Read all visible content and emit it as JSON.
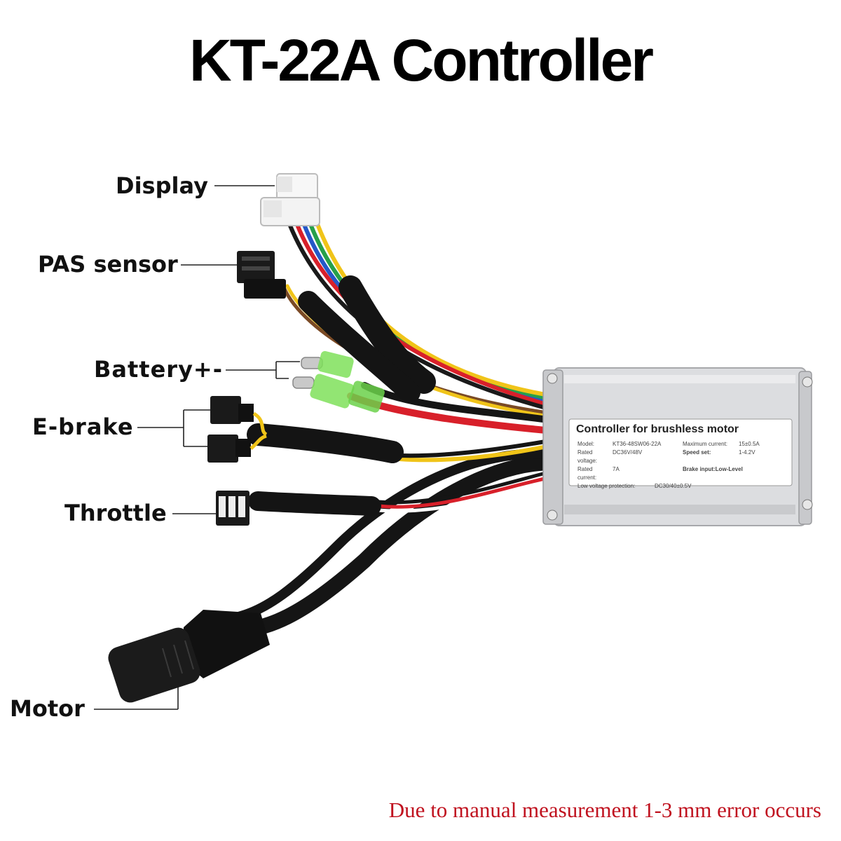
{
  "title": "KT-22A  Controller",
  "labels": {
    "display": "Display",
    "pas_sensor": "PAS sensor",
    "battery": "Battery+-",
    "ebrake": "E-brake",
    "throttle": "Throttle",
    "motor": "Motor"
  },
  "controller_sticker": {
    "heading": "Controller for brushless motor",
    "rows": [
      {
        "k1": "Model:",
        "v1": "KT36-48SW06-22A",
        "k2": "Maximum current:",
        "v2": "15±0.5A"
      },
      {
        "k1": "Rated voltage:",
        "v1": "DC36V/48V",
        "k2": "Speed set:",
        "v2": "1-4.2V"
      },
      {
        "k1": "Rated current:",
        "v1": "7A",
        "k2": "Brake input:Low-Level",
        "v2": ""
      },
      {
        "k1": "Low voltage protection:",
        "v1": "DC30/40±0.5V",
        "k2": "",
        "v2": ""
      }
    ]
  },
  "note": "Due to manual measurement   1-3 mm error occurs",
  "colors": {
    "note_red": "#c0121f",
    "cable_black": "#151515",
    "housing": "#d9dadc",
    "wire_red": "#d8202a",
    "wire_yellow": "#f0c419",
    "wire_blue": "#2458c8",
    "wire_green": "#27a04a",
    "wire_brown": "#7a4a25",
    "connector_clear_green": "#7fe05a"
  }
}
